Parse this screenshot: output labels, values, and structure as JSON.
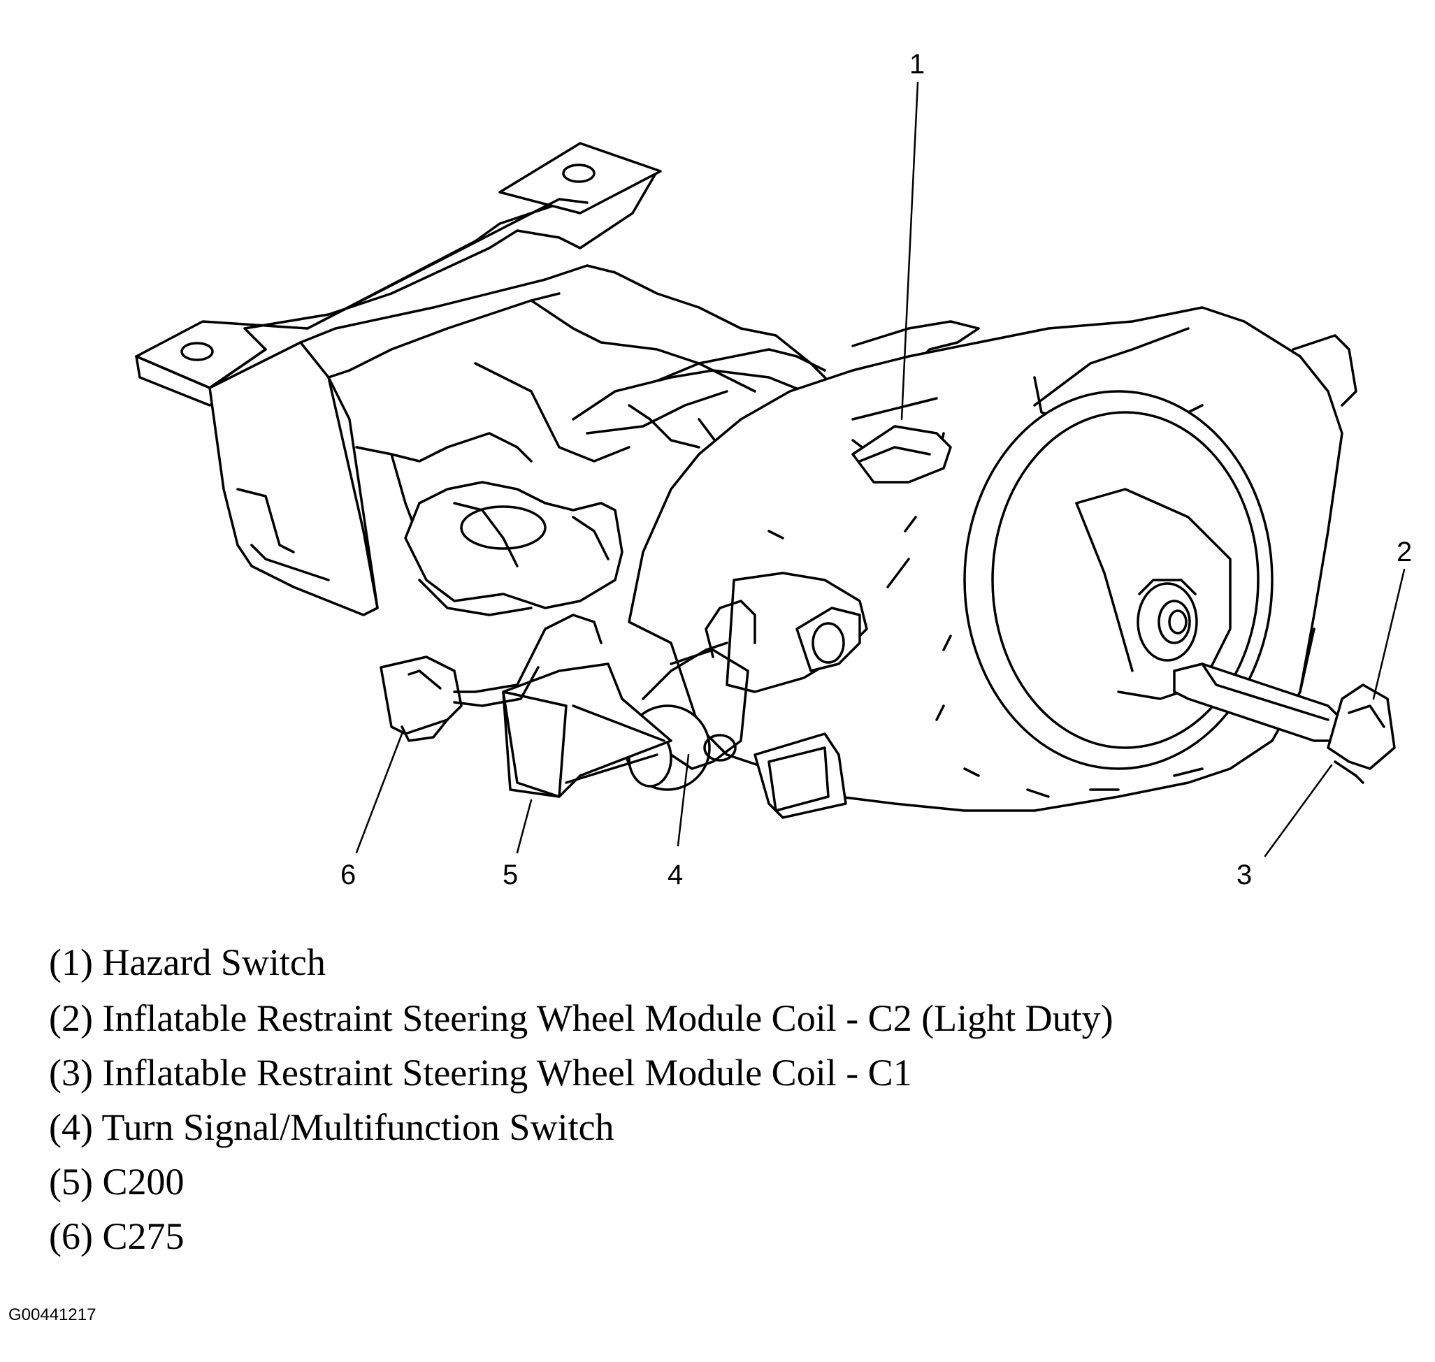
{
  "callouts": {
    "c1": "1",
    "c2": "2",
    "c3": "3",
    "c4": "4",
    "c5": "5",
    "c6": "6"
  },
  "legend": [
    "(1) Hazard Switch",
    "(2) Inflatable Restraint Steering Wheel Module Coil - C2 (Light Duty)",
    "(3) Inflatable Restraint Steering Wheel Module Coil - C1",
    "(4) Turn Signal/Multifunction Switch",
    "(5) C200",
    "(6) C275"
  ],
  "figure_id": "G00441217"
}
